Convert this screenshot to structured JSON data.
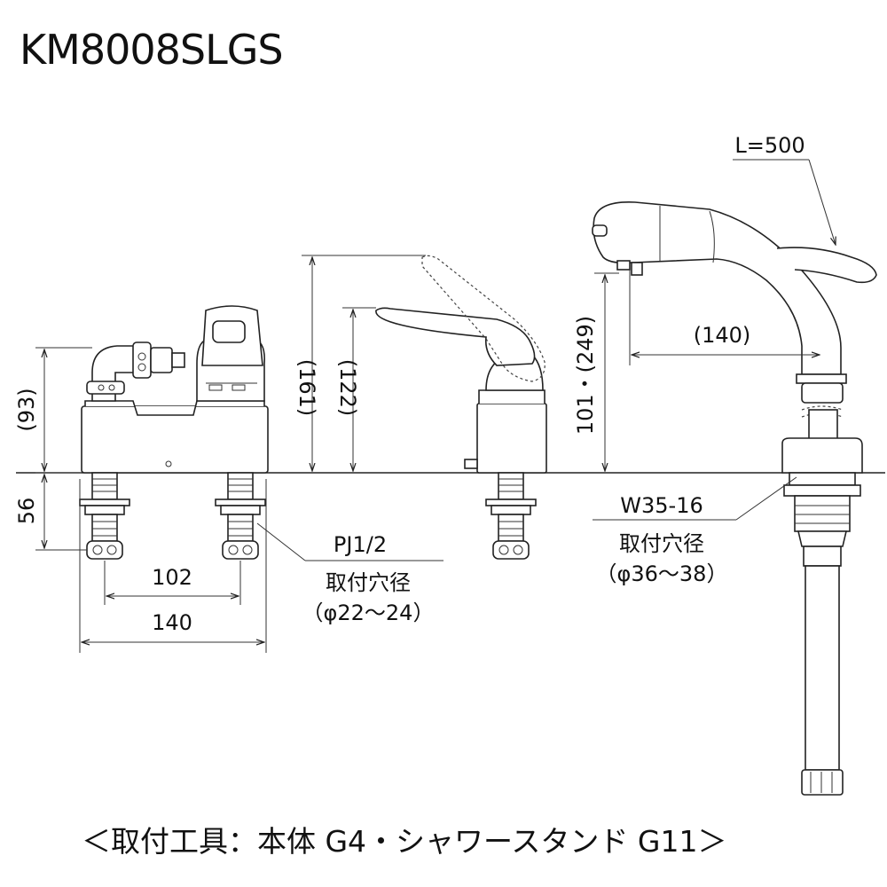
{
  "title": "KM8008SLGS",
  "dimensions": {
    "left_height": "(93)",
    "below_deck": "56",
    "inner_span": "102",
    "outer_span": "140",
    "lever_height": "(161)",
    "lever_height_low": "(122)",
    "head_height": "101・(249)",
    "reach": "(140)",
    "hose": "L=500"
  },
  "notes": {
    "pipe_thread": "PJ1/2",
    "hole_label_left": "取付穴径",
    "hole_dia_left": "（φ22〜24）",
    "thread_right": "W35-16",
    "hole_label_right": "取付穴径",
    "hole_dia_right": "（φ36〜38）"
  },
  "footer": {
    "open": "＜",
    "tools": "取付工具：本体 G4・シャワースタンド G11",
    "close": "＞"
  }
}
